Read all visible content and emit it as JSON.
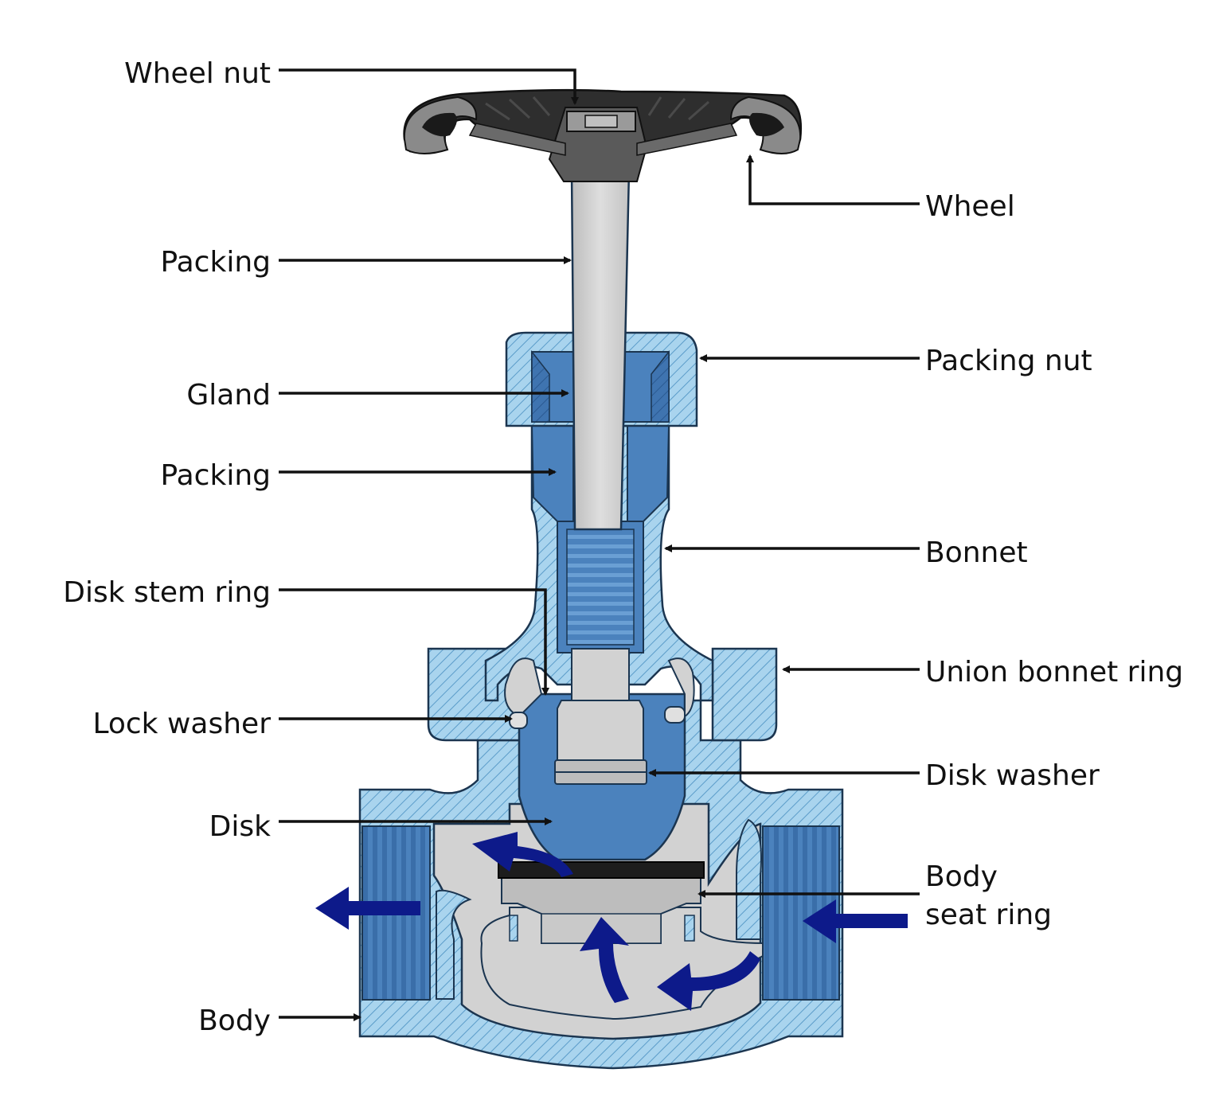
{
  "labels": {
    "wheel_nut": "Wheel nut",
    "wheel": "Wheel",
    "packing_top": "Packing",
    "packing_nut": "Packing nut",
    "gland": "Gland",
    "packing_lower": "Packing",
    "bonnet": "Bonnet",
    "disk_stem_ring": "Disk stem ring",
    "union_bonnet_ring": "Union bonnet ring",
    "lock_washer": "Lock washer",
    "disk_washer": "Disk washer",
    "disk": "Disk",
    "body_seat_ring_line1": "Body",
    "body_seat_ring_line2": "seat ring",
    "body": "Body"
  },
  "colors": {
    "body_hatch_fill": "#a9d4ee",
    "hatch_line": "#5b9cc9",
    "part_blue": "#4b82bd",
    "part_blue_dark": "#2f62a0",
    "gray_metal": "#d2d2d2",
    "wheel_dark": "#2e2e2e",
    "flow_arrow": "#0d1a8a",
    "outline": "#1b3550"
  }
}
